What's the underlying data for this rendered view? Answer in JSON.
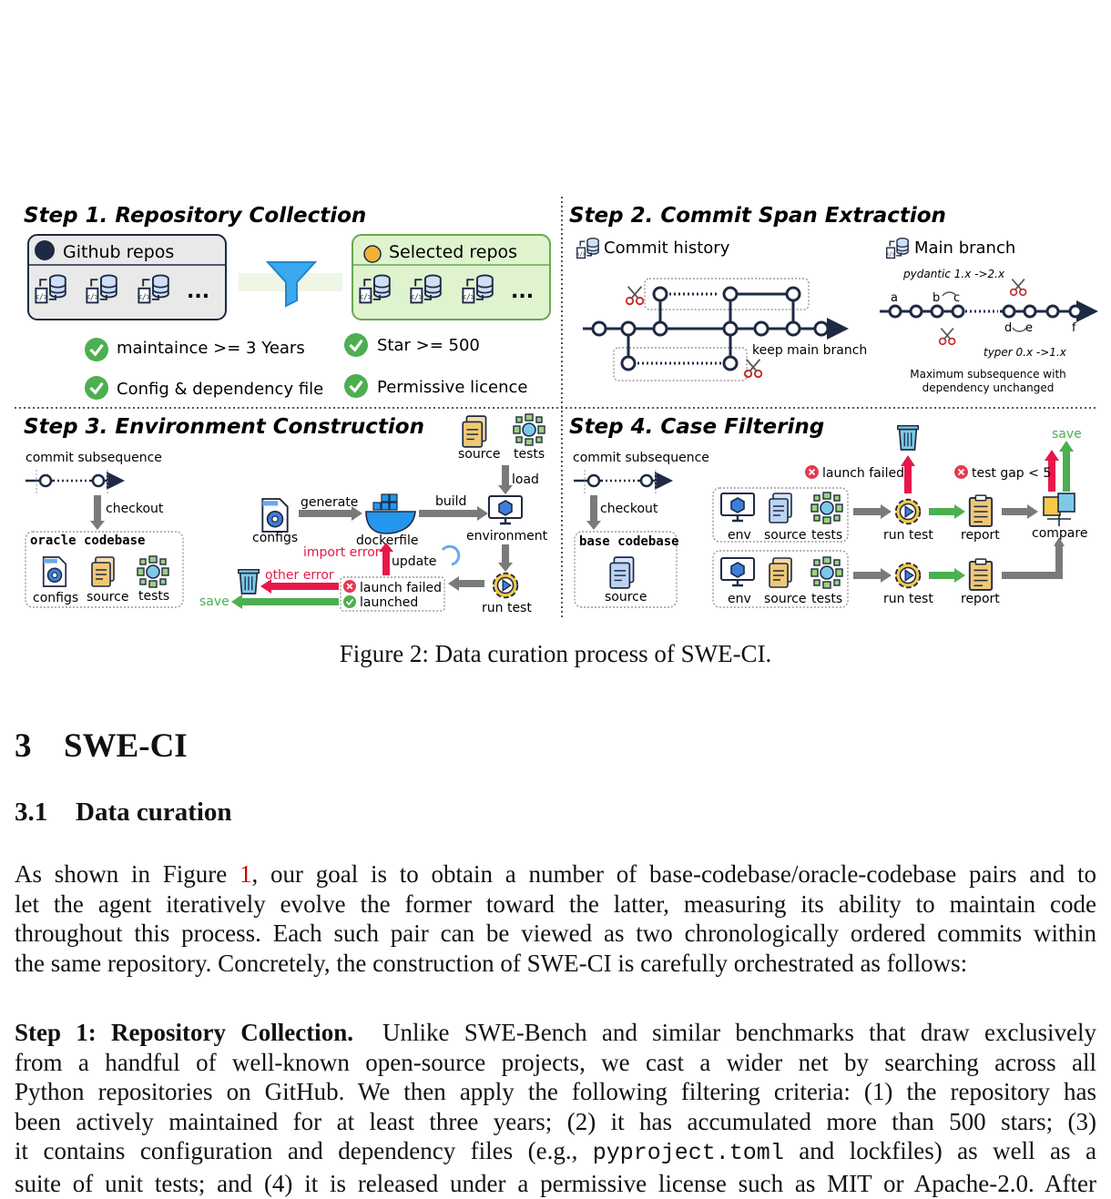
{
  "figure": {
    "step1": {
      "title": "Step 1. Repository Collection",
      "github_label": "Github repos",
      "selected_label": "Selected repos",
      "criteria": [
        "maintaince >= 3 Years",
        "Star >= 500",
        "Config & dependency file",
        "Permissive licence"
      ],
      "ellipsis": "..."
    },
    "step2": {
      "title": "Step 2.  Commit Span Extraction",
      "commit_history": "Commit history",
      "main_branch": "Main branch",
      "keep_main": "keep main branch",
      "pydantic": "pydantic 1.x ->2.x",
      "typer": "typer 0.x ->1.x",
      "letters": [
        "a",
        "b",
        "c",
        "d",
        "e",
        "f"
      ],
      "max_sub_1": "Maximum subsequence with",
      "max_sub_2": "dependency unchanged"
    },
    "step3": {
      "title": "Step 3. Environment Construction",
      "commit_subsequence": "commit subsequence",
      "checkout": "checkout",
      "oracle_codebase": "oracle codebase",
      "configs": "configs",
      "source": "source",
      "tests": "tests",
      "generate": "generate",
      "build": "build",
      "load": "load",
      "dockerfile": "dockerfile",
      "environment": "environment",
      "import_error": "import error",
      "update": "update",
      "other_error": "other error",
      "launch_failed": "launch failed",
      "launched": "launched",
      "save": "save",
      "run_test": "run test"
    },
    "step4": {
      "title": "Step 4. Case Filtering",
      "commit_subsequence": "commit subsequence",
      "checkout": "checkout",
      "base_codebase": "base codebase",
      "source": "source",
      "env": "env",
      "tests": "tests",
      "run_test": "run test",
      "report": "report",
      "compare": "compare",
      "launch_failed": "launch failed",
      "test_gap": "test gap < 5",
      "save": "save"
    }
  },
  "caption": "Figure 2: Data curation process of SWE-CI.",
  "section": {
    "number": "3",
    "title": "SWE-CI"
  },
  "subsection": {
    "number": "3.1",
    "title": "Data curation"
  },
  "para1": {
    "l1a": "As shown in Figure ",
    "ref": "1",
    "l1b": ", our goal is to obtain a number of base-codebase/oracle-codebase pairs and to",
    "l2": "let the agent iteratively evolve the former toward the latter, measuring its ability to maintain code",
    "l3": "throughout this process. Each such pair can be viewed as two chronologically ordered commits within",
    "l4": "the same repository. Concretely, the construction of SWE-CI is carefully orchestrated as follows:"
  },
  "para2": {
    "lead": "Step 1: Repository Collection.",
    "l1": "Unlike SWE-Bench and similar benchmarks that draw exclusively",
    "l2": "from a handful of well-known open-source projects, we cast a wider net by searching across all",
    "l3": "Python repositories on GitHub. We then apply the following filtering criteria: (1) the repository has",
    "l4": "been actively maintained for at least three years; (2) it has accumulated more than 500 stars; (3)",
    "l5a": "it contains configuration and dependency files (e.g., ",
    "code": "pyproject.toml",
    "l5b": " and lockfiles) as well as a",
    "l6": "suite of unit tests; and (4) it is released under a permissive license such as MIT or Apache-2.0. After"
  },
  "colors": {
    "green_check": "#4caf50",
    "red_arrow": "#e8174a",
    "green_arrow": "#4caf50",
    "gray_arrow": "#7a7a7a",
    "node": "#1e2a44",
    "selected_fill": "#dff3cf",
    "ref": "#d00000"
  }
}
